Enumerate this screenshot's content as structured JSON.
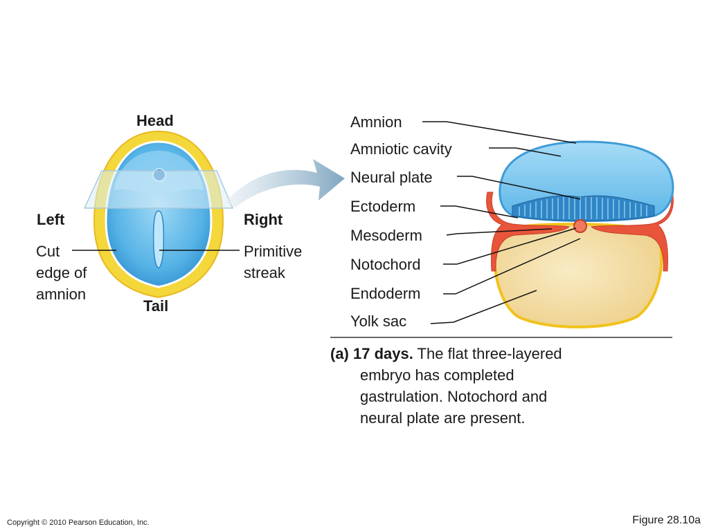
{
  "left_view": {
    "head": "Head",
    "tail": "Tail",
    "left": "Left",
    "right": "Right",
    "cut_edge": [
      "Cut",
      "edge of",
      "amnion"
    ],
    "primitive_streak": [
      "Primitive",
      "streak"
    ]
  },
  "cross_section_labels": [
    "Amnion",
    "Amniotic cavity",
    "Neural plate",
    "Ectoderm",
    "Mesoderm",
    "Notochord",
    "Endoderm",
    "Yolk sac"
  ],
  "caption": {
    "lead": "(a) 17 days.",
    "line1_rest": " The flat three-layered",
    "line2": "embryo has completed",
    "line3": "gastrulation. Notochord and",
    "line4": "neural plate are present."
  },
  "footer": {
    "copyright": "Copyright © 2010 Pearson Education, Inc.",
    "figure": "Figure 28.10a"
  },
  "colors": {
    "amnion_blue": "#5fb8e8",
    "cavity_blue": "#7cc8f0",
    "yolk": "#f2cc4a",
    "yolk_fill": "#f5e2a8",
    "mesoderm_red": "#e8553a",
    "arrow_blue": "#8fb3cc"
  }
}
